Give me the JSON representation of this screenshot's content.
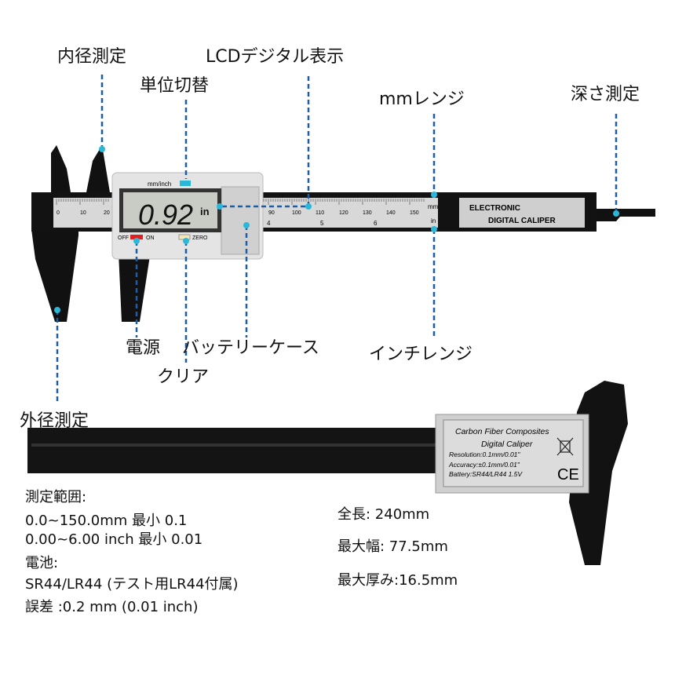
{
  "callouts": {
    "inner": "内径測定",
    "unit": "単位切替",
    "lcd": "LCDデジタル表示",
    "mm_range": "mmレンジ",
    "depth": "深さ測定",
    "power": "電源",
    "battery_case": "バッテリーケース",
    "clear": "クリア",
    "inch_range": "インチレンジ",
    "outer": "外径測定"
  },
  "caliper": {
    "display_value": "0.92",
    "display_unit": "in",
    "unit_button": "mm/inch",
    "off": "OFF",
    "on": "ON",
    "zero": "ZERO",
    "plaque_line1": "ELECTRONIC",
    "plaque_line2": "DIGITAL CALIPER",
    "mm_mark": "mm",
    "in_mark": "in",
    "mm_ticks": [
      "0",
      "10",
      "20",
      "",
      "",
      "",
      "",
      "",
      "",
      "90",
      "100",
      "110",
      "120",
      "130",
      "140",
      "150"
    ],
    "in_ticks": [
      "4",
      "5",
      "6"
    ]
  },
  "back_label": {
    "line1": "Carbon Fiber Composites",
    "line2": "Digital Caliper",
    "resolution": "Resolution:0.1mm/0.01\"",
    "accuracy": "Accuracy:±0.1mm/0.01\"",
    "battery": "Battery:SR44/LR44 1.5V",
    "ce": "CE"
  },
  "specs_left": [
    "測定範囲:",
    "0.0~150.0mm 最小 0.1",
    "0.00~6.00 inch 最小 0.01",
    "電池:",
    "SR44/LR44 (テスト用LR44付属)",
    "誤差 :0.2 mm (0.01 inch)"
  ],
  "specs_right": [
    "全長: 240mm",
    "最大幅: 77.5mm",
    "最大厚み:16.5mm"
  ],
  "colors": {
    "callout_line": "#1a5ea8",
    "dot": "#2bb8d8"
  }
}
